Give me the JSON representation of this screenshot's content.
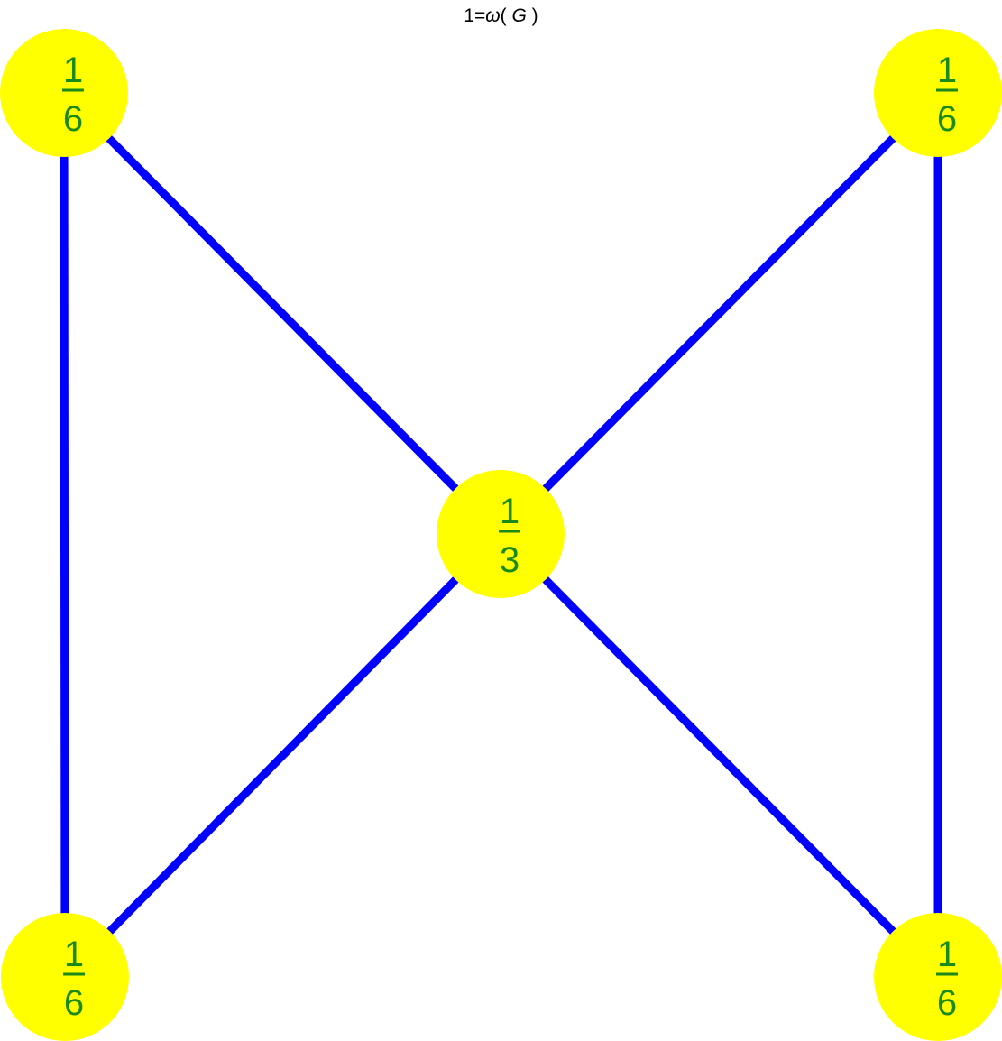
{
  "title": {
    "left": "1=",
    "omega": "ω",
    "open": "(",
    "var": "G",
    "close": ")"
  },
  "colors": {
    "edge": "#0000ff",
    "node_fill": "#ffff00",
    "label": "#1a8a1a",
    "background": "#ffffff"
  },
  "nodes": [
    {
      "id": "top-left",
      "numerator": "1",
      "denominator": "6"
    },
    {
      "id": "top-right",
      "numerator": "1",
      "denominator": "6"
    },
    {
      "id": "center",
      "numerator": "1",
      "denominator": "3"
    },
    {
      "id": "bottom-left",
      "numerator": "1",
      "denominator": "6"
    },
    {
      "id": "bottom-right",
      "numerator": "1",
      "denominator": "6"
    }
  ],
  "edges": [
    {
      "from": "top-left",
      "to": "bottom-left"
    },
    {
      "from": "top-left",
      "to": "center"
    },
    {
      "from": "top-right",
      "to": "center"
    },
    {
      "from": "top-right",
      "to": "bottom-right"
    },
    {
      "from": "bottom-left",
      "to": "center"
    },
    {
      "from": "bottom-right",
      "to": "center"
    }
  ]
}
